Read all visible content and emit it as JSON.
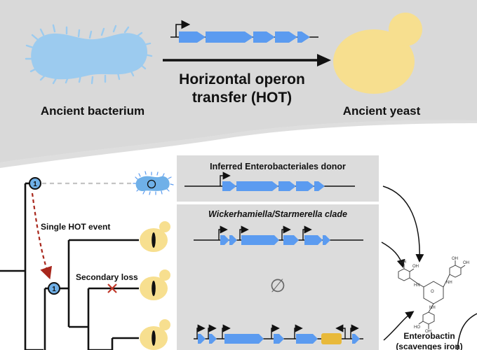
{
  "top": {
    "bacterium_label": "Ancient bacterium",
    "transfer_label_line1": "Horizontal operon",
    "transfer_label_line2": "transfer (HOT)",
    "yeast_label": "Ancient yeast"
  },
  "tree": {
    "node_label": "1",
    "single_hot_label": "Single HOT event",
    "secondary_loss_label": "Secondary loss"
  },
  "panels": {
    "donor_title": "Inferred Enterobacteriales donor",
    "clade_title": "Wickerhamiella/Starmerella clade",
    "loss_symbol": "∅"
  },
  "product": {
    "name": "Enterobactin",
    "subtitle": "(scavenges iron)"
  },
  "colors": {
    "gray_band": "#d9d9d9",
    "panel_gray": "#dcdcdc",
    "gene_blue": "#5b9bf0",
    "bacterium_blue": "#9ccbef",
    "yeast_yellow": "#f7df8f",
    "gene_gold": "#e8b93a",
    "hot_red": "#a8271c",
    "node_blue": "#6fb0e8"
  }
}
